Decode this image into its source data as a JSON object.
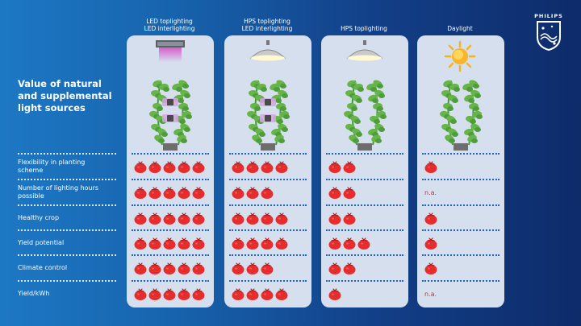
{
  "title": "Value of natural and supplemental light sources",
  "brand": "PHILIPS",
  "colors": {
    "tomato": "#e52d2d",
    "panel": "#d6dfee",
    "dot_line": "#1e63c7",
    "na_text": "#d62b2b"
  },
  "columns": [
    {
      "title_line1": "LED toplighting",
      "title_line2": "LED interlighting",
      "lamp_icon": "led-lamp-icon",
      "interlight": true
    },
    {
      "title_line1": "HPS toplighting",
      "title_line2": "LED interlighting",
      "lamp_icon": "hps-lamp-icon",
      "interlight": true
    },
    {
      "title_line1": "HPS toplighting",
      "title_line2": "",
      "lamp_icon": "hps-lamp-icon",
      "interlight": false
    },
    {
      "title_line1": "Daylight",
      "title_line2": "",
      "lamp_icon": "sun-icon",
      "interlight": false
    }
  ],
  "rows": [
    {
      "label_line1": "Flexibility in planting",
      "label_line2": "scheme",
      "scores": [
        5,
        4,
        2,
        1
      ]
    },
    {
      "label_line1": "Number of lighting hours",
      "label_line2": "possible",
      "scores": [
        5,
        3,
        2,
        "n.a."
      ]
    },
    {
      "label_line1": "Healthy crop",
      "label_line2": "",
      "scores": [
        5,
        4,
        2,
        1
      ]
    },
    {
      "label_line1": "Yield potential",
      "label_line2": "",
      "scores": [
        5,
        4,
        3,
        1
      ]
    },
    {
      "label_line1": "Climate control",
      "label_line2": "",
      "scores": [
        5,
        3,
        2,
        1
      ]
    },
    {
      "label_line1": "Yield/kWh",
      "label_line2": "",
      "scores": [
        5,
        4,
        1,
        "n.a."
      ]
    }
  ]
}
